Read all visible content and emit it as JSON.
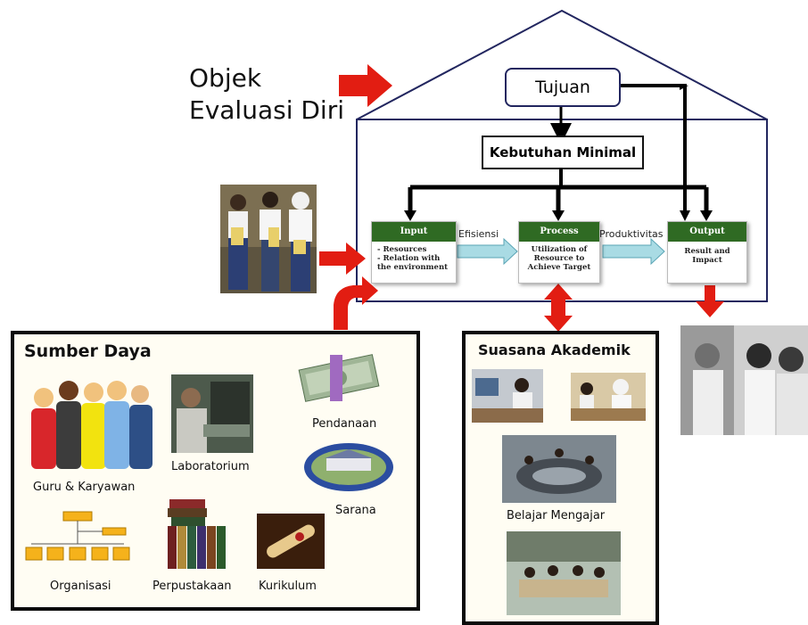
{
  "title": {
    "line1": "Objek",
    "line2": "Evaluasi Diri"
  },
  "house": {
    "tujuan": "Tujuan",
    "kebutuhan": "Kebutuhan Minimal",
    "stages": [
      {
        "head": "Input",
        "body": [
          "- Resources",
          "- Relation with the environment"
        ]
      },
      {
        "head": "Process",
        "body": [
          "Utilization of Resource to Achieve Target"
        ]
      },
      {
        "head": "Output",
        "body": [
          "Result and Impact"
        ]
      }
    ],
    "flow_labels": [
      "Efisiensi",
      "Produktivitas"
    ]
  },
  "sumber_daya": {
    "title": "Sumber Daya",
    "items": [
      "Guru & Karyawan",
      "Laboratorium",
      "Pendanaan",
      "Sarana",
      "Organisasi",
      "Perpustakaan",
      "Kurikulum"
    ]
  },
  "suasana_akademik": {
    "title": "Suasana Akademik",
    "caption": "Belajar Mengajar"
  },
  "colors": {
    "arrow_red": "#e21d12",
    "stage_green": "#2f6a23",
    "house_outline": "#22265f",
    "flow_arrow": "#a9dbe4"
  }
}
